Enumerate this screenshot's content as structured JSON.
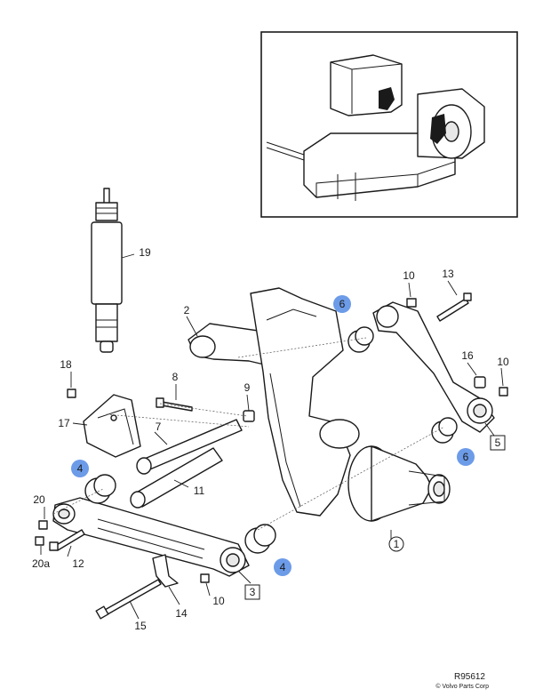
{
  "colors": {
    "highlight": "#6c9be8",
    "ink": "#1a1a1a",
    "bg": "#ffffff"
  },
  "labels": {
    "l1": "1",
    "l2": "2",
    "l3": "3",
    "l4a": "4",
    "l4b": "4",
    "l5": "5",
    "l6a": "6",
    "l6b": "6",
    "l7": "7",
    "l8": "8",
    "l9": "9",
    "l10a": "10",
    "l10b": "10",
    "l10c": "10",
    "l11": "11",
    "l12": "12",
    "l13": "13",
    "l14": "14",
    "l15": "15",
    "l16": "16",
    "l17": "17",
    "l18": "18",
    "l19": "19",
    "l20": "20",
    "l20a": "20a"
  },
  "reference": {
    "code": "R95612",
    "copyright": "© Volvo Parts Corp"
  }
}
